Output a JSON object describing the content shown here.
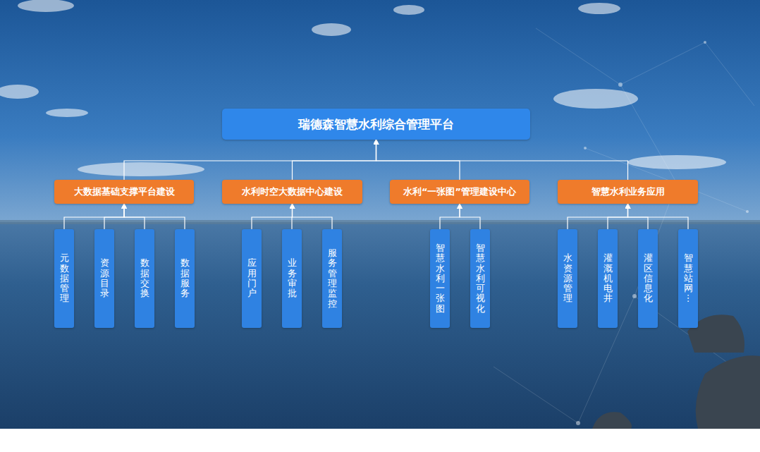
{
  "diagram": {
    "nodes": [
      {
        "text": [
          "瑞德森智慧水利综合管理平台"
        ]
      },
      {
        "text": [
          "大数据基础支撑平台建设"
        ]
      },
      {
        "text": [
          "元数据管理"
        ]
      },
      {
        "text": [
          "资源目录"
        ]
      },
      {
        "text": [
          "数据交换"
        ]
      },
      {
        "text": [
          "数据服务"
        ]
      },
      {
        "text": [
          "水利时空大数据中心建设"
        ]
      },
      {
        "text": [
          "应用门户"
        ]
      },
      {
        "text": [
          "业务审批"
        ]
      },
      {
        "text": [
          "服务管理监控"
        ]
      },
      {
        "text": [
          "水利“一张图”管理建设中心"
        ]
      },
      {
        "text": [
          "智慧水利一张图"
        ]
      },
      {
        "text": [
          "智慧水利可视化"
        ]
      },
      {
        "text": [
          "智慧水利业务应用"
        ]
      },
      {
        "text": [
          "水资源管理"
        ]
      },
      {
        "text": [
          "灌溉机电井"
        ]
      },
      {
        "text": [
          "灌区信息化"
        ]
      },
      {
        "text": [
          "智慧站网⋮"
        ]
      }
    ],
    "edges": [
      {
        "from": 1,
        "to": 0,
        "arrow": "to"
      },
      {
        "from": 6,
        "to": 0,
        "arrow": "to"
      },
      {
        "from": 10,
        "to": 0,
        "arrow": "to"
      },
      {
        "from": 13,
        "to": 0,
        "arrow": "to"
      },
      {
        "from": 2,
        "to": 1,
        "arrow": "to"
      },
      {
        "from": 3,
        "to": 1,
        "arrow": "to"
      },
      {
        "from": 4,
        "to": 1,
        "arrow": "to"
      },
      {
        "from": 5,
        "to": 1,
        "arrow": "to"
      },
      {
        "from": 7,
        "to": 6,
        "arrow": "to"
      },
      {
        "from": 8,
        "to": 6,
        "arrow": "to"
      },
      {
        "from": 9,
        "to": 6,
        "arrow": "to"
      },
      {
        "from": 11,
        "to": 10,
        "arrow": "to"
      },
      {
        "from": 12,
        "to": 10,
        "arrow": "to"
      },
      {
        "from": 14,
        "to": 13,
        "arrow": "to"
      },
      {
        "from": 15,
        "to": 13,
        "arrow": "to"
      },
      {
        "from": 16,
        "to": 13,
        "arrow": "to"
      },
      {
        "from": 17,
        "to": 13,
        "arrow": "to"
      }
    ]
  }
}
